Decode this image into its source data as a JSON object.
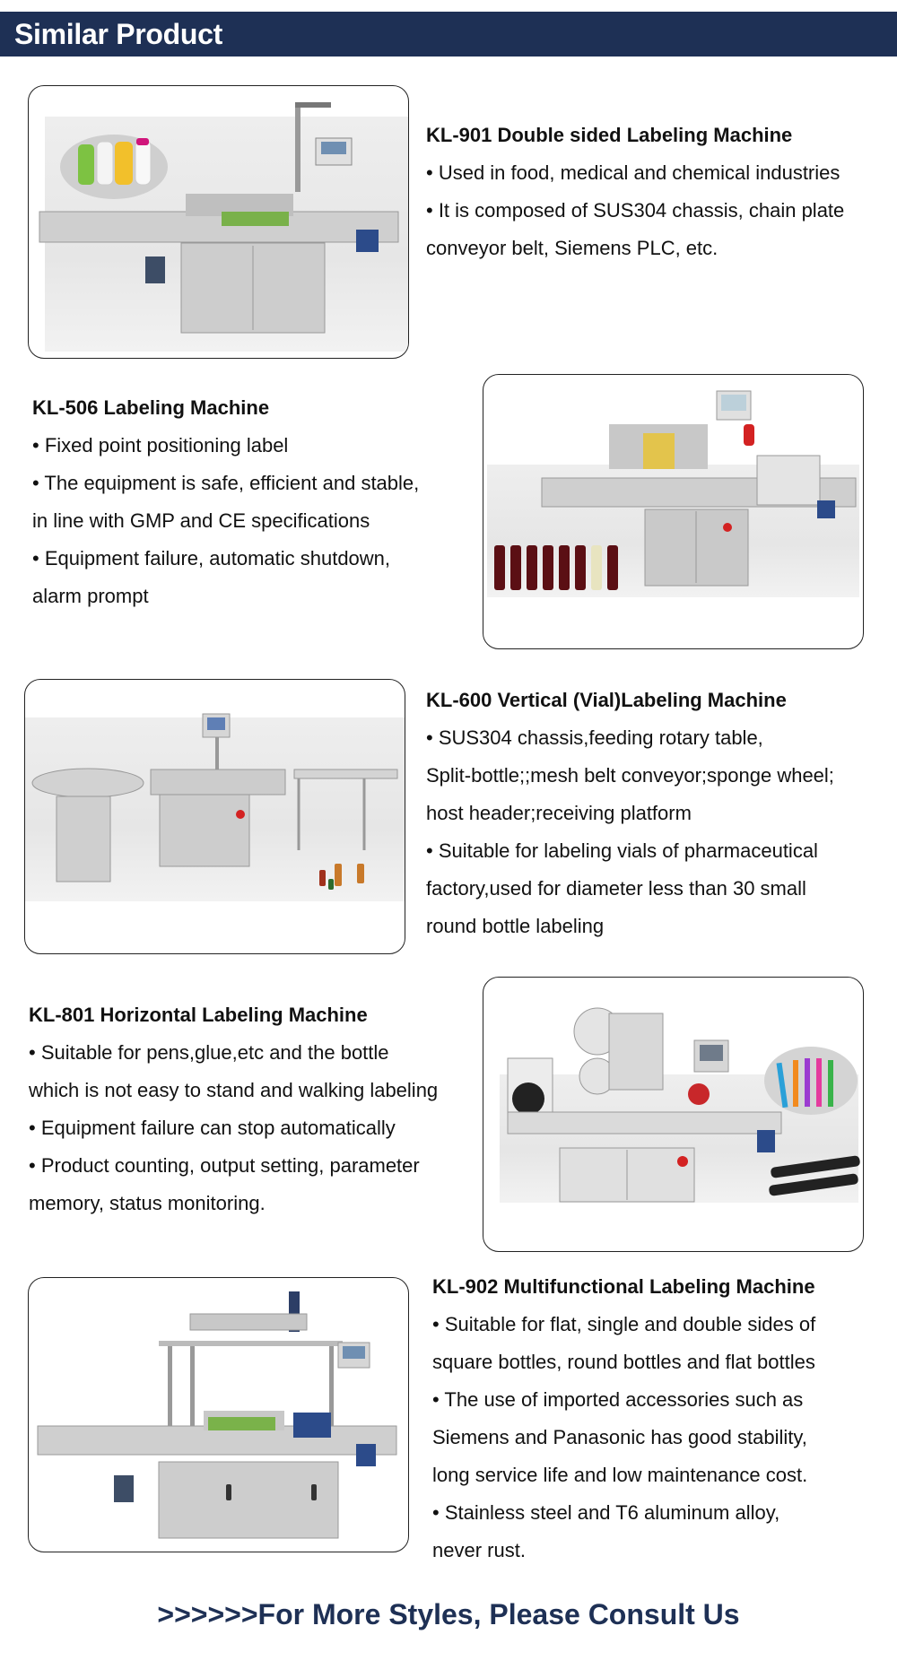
{
  "header": {
    "title": "Similar Product",
    "bg_color": "#1e3055"
  },
  "products": [
    {
      "title": "KL-901 Double sided Labeling Machine",
      "lines": [
        "• Used in food, medical and chemical industries",
        "• It is composed of SUS304 chassis, chain plate",
        "conveyor belt, Siemens PLC, etc."
      ],
      "image_alt": "KL-901 double sided labeling machine with bottles inset"
    },
    {
      "title": "KL-506 Labeling Machine",
      "lines": [
        "• Fixed point positioning label",
        "• The equipment is safe, efficient and stable,",
        "in line with GMP and CE specifications",
        "• Equipment failure, automatic shutdown,",
        "alarm prompt"
      ],
      "image_alt": "KL-506 labeling machine with wine bottles"
    },
    {
      "title": "KL-600 Vertical (Vial)Labeling Machine",
      "lines": [
        "• SUS304 chassis,feeding rotary table,",
        "Split-bottle;;mesh belt conveyor;sponge wheel;",
        "host header;receiving platform",
        "• Suitable for labeling vials of pharmaceutical",
        "factory,used for diameter less than 30 small",
        "round bottle labeling"
      ],
      "image_alt": "KL-600 vertical vial labeling machine with vials"
    },
    {
      "title": "KL-801 Horizontal Labeling Machine",
      "lines": [
        "• Suitable for pens,glue,etc and the bottle",
        "which is not easy to stand and walking labeling",
        "• Equipment failure can stop automatically",
        "• Product counting, output setting, parameter",
        "memory, status monitoring."
      ],
      "image_alt": "KL-801 horizontal labeling machine with pens"
    },
    {
      "title": "KL-902 Multifunctional Labeling Machine",
      "lines": [
        "• Suitable for flat, single and double sides of",
        "square bottles, round bottles and flat bottles",
        "• The use of imported accessories such as",
        "Siemens and Panasonic has good stability,",
        "long service life and low maintenance cost.",
        "• Stainless steel and T6 aluminum alloy,",
        "never rust."
      ],
      "image_alt": "KL-902 multifunctional labeling machine"
    }
  ],
  "footer": {
    "cta": ">>>>>>For More Styles, Please Consult Us",
    "color": "#1e3055"
  }
}
